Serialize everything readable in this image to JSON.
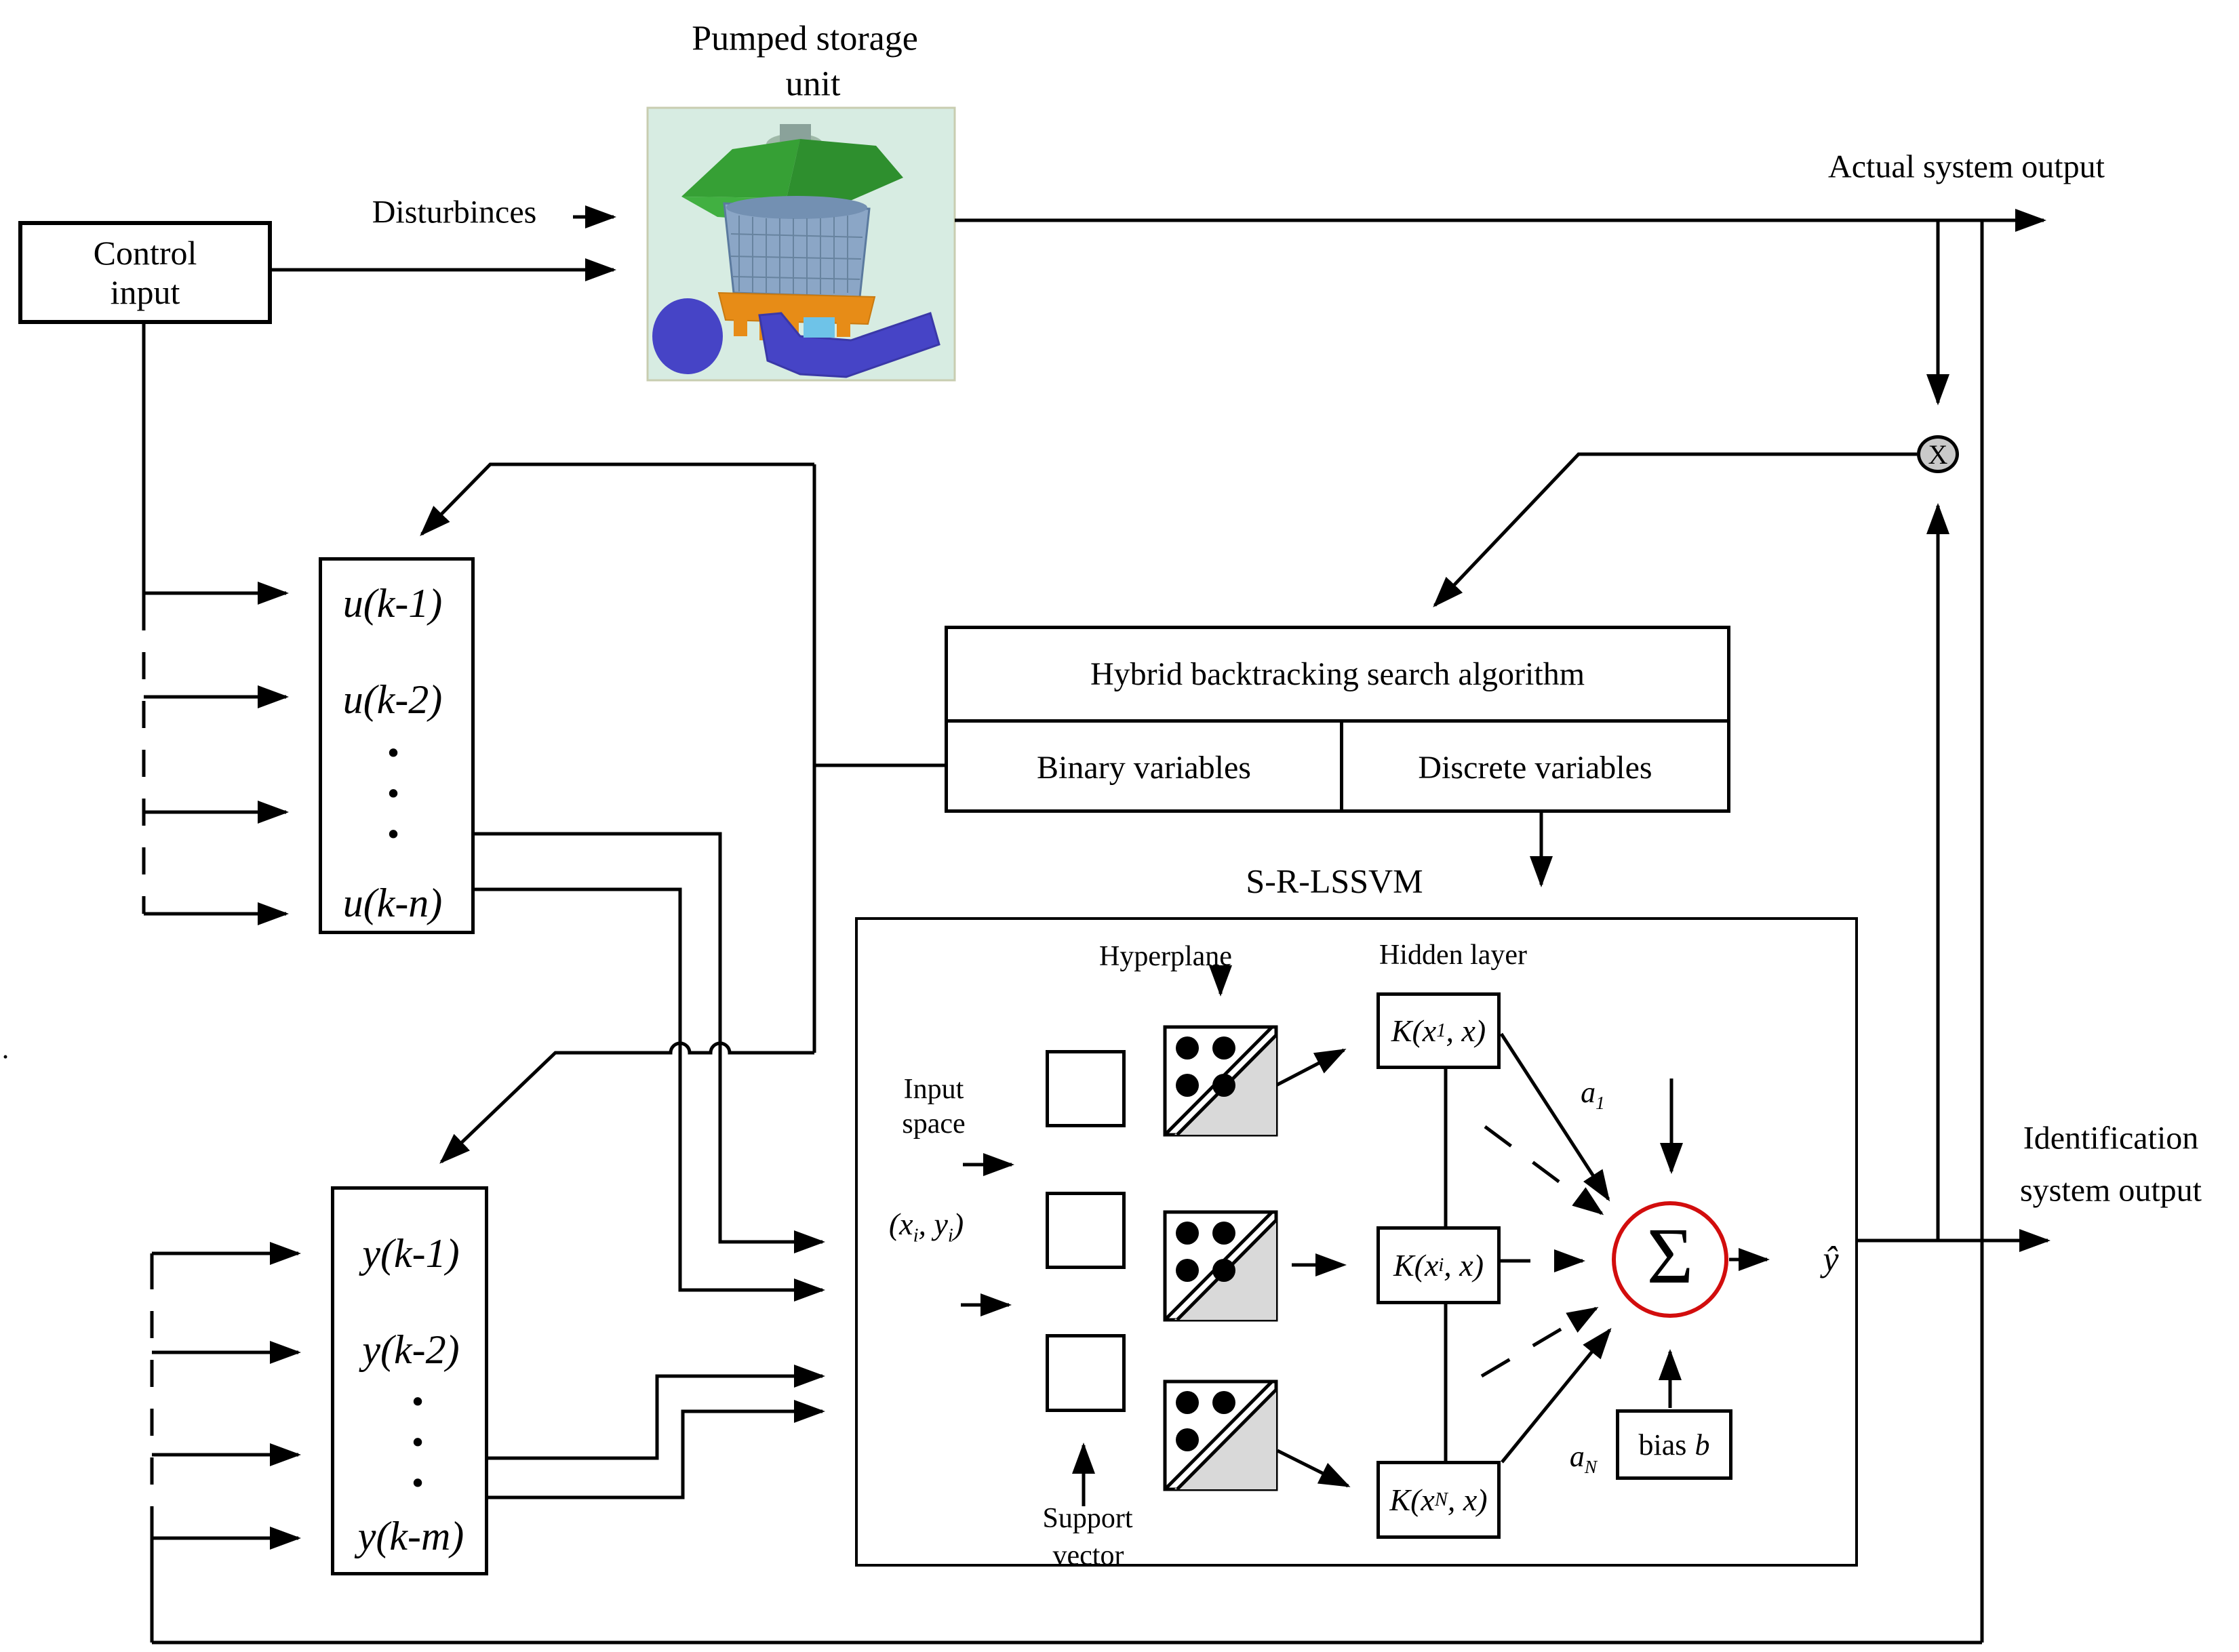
{
  "diagram": {
    "plant": {
      "title_line1": "Pumped storage",
      "title_line2": "unit"
    },
    "signals": {
      "control_line1": "Control",
      "control_line2": "input",
      "disturbance": "Disturbinces",
      "actual_output": "Actual system output",
      "identification_line1": "Identification",
      "identification_line2": "system output",
      "y_hat": "ŷ"
    },
    "u_block": {
      "row1": "u(k-1)",
      "row2": "u(k-2)",
      "dots": "•\n•\n•",
      "rowN": "u(k-n)"
    },
    "y_block": {
      "row1": "y(k-1)",
      "row2": "y(k-2)",
      "dots": "•\n•\n•",
      "rowM": "y(k-m)"
    },
    "hbsa": {
      "title": "Hybrid backtracking search algorithm",
      "binary": "Binary variables",
      "discrete": "Discrete variables"
    },
    "lssvm": {
      "name": "S-R-LSSVM",
      "hyperplane": "Hyperplane",
      "hidden_layer": "Hidden layer",
      "input_space_line1": "Input",
      "input_space_line2": "space",
      "sample_pre": "(x",
      "sample_sub1": "i",
      "sample_mid": ", y",
      "sample_sub2": "i",
      "sample_post": ")",
      "support_line1": "Support",
      "support_line2": "vector",
      "k1_pre": "K(x",
      "k1_sub": "1",
      "k1_post": ", x)",
      "ki_pre": "K(x",
      "ki_sub": "i",
      "ki_post": ", x)",
      "kn_pre": "K(x",
      "kn_sub": "N",
      "kn_post": ", x)",
      "sum_symbol": "Σ",
      "a1_base": "a",
      "a1_sub": "1",
      "aN_base": "a",
      "aN_sub": "N",
      "bias_label": "bias",
      "bias_var": "b"
    },
    "comparator": {
      "symbol": "X"
    },
    "stray_mark": "."
  },
  "colors": {
    "wire": "#000000",
    "sum_circle_red": "#d20d0d",
    "comparator_fill": "#c9c9c9",
    "hyperplane_fill": "#d9d9d9",
    "turbine_background": "#d7ece2",
    "turbine_green": "#36a035",
    "turbine_green_dark": "#2e8f2e",
    "turbine_body_blue": "#8ba6c6",
    "turbine_orange": "#e78c17",
    "turbine_pipe_blue": "#4644c6"
  }
}
